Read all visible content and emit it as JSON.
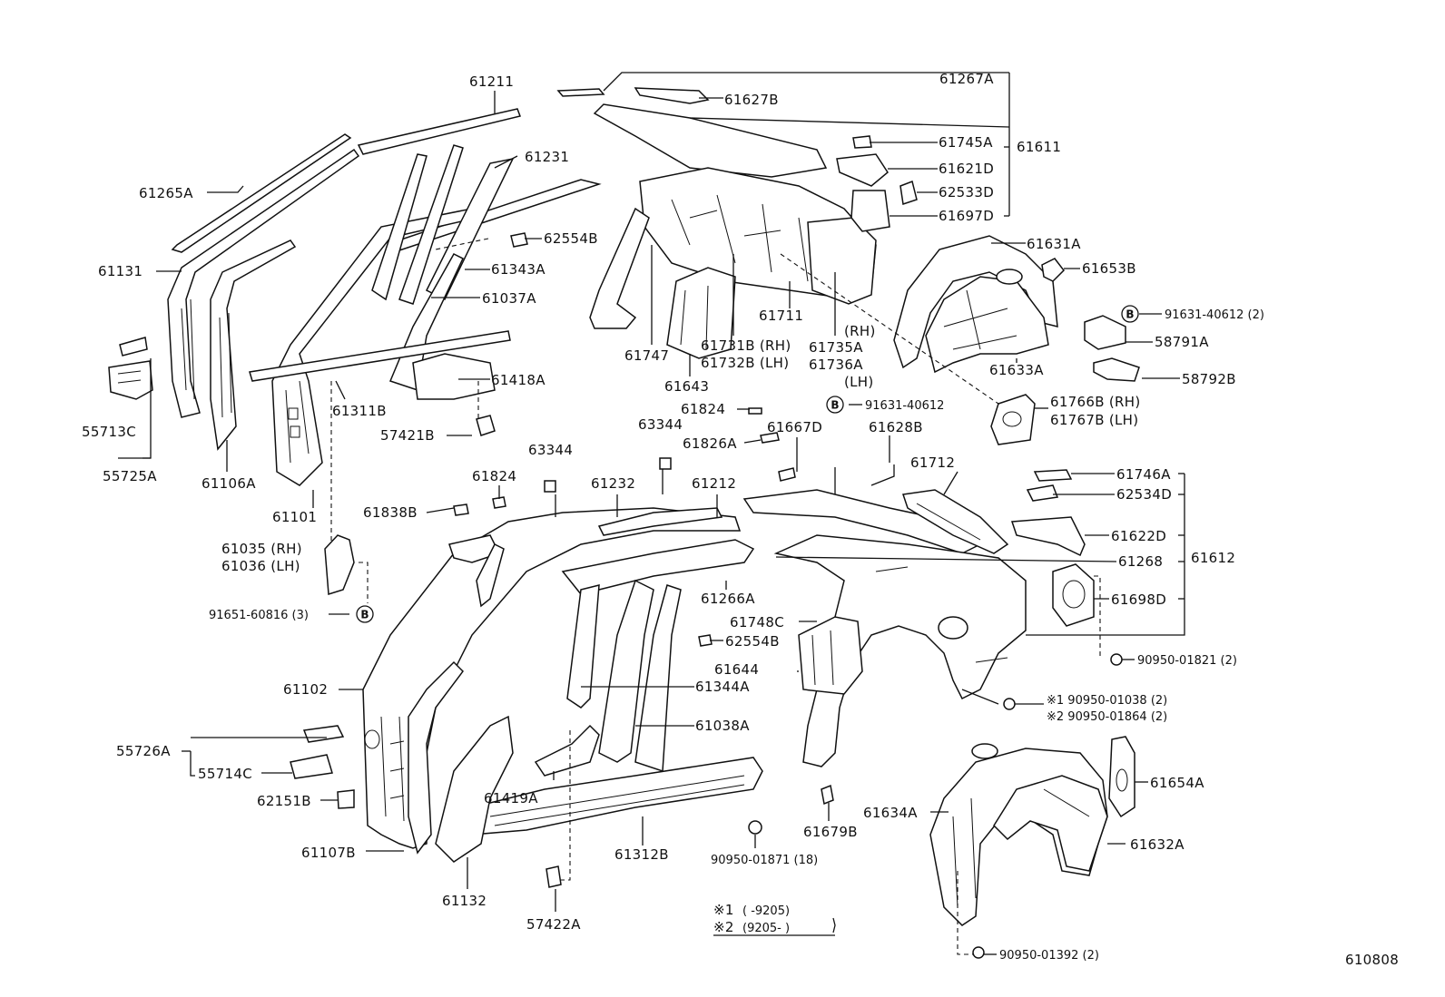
{
  "callouts": {
    "c61211": "61211",
    "c61265A": "61265A",
    "c61231": "61231",
    "c61131": "61131",
    "c62554B_top": "62554B",
    "c61343A": "61343A",
    "c61037A": "61037A",
    "c55713C": "55713C",
    "c55725A": "55725A",
    "c61106A": "61106A",
    "c61311B": "61311B",
    "c61418A": "61418A",
    "c57421B": "57421B",
    "c61101": "61101",
    "c61267A": "61267A",
    "c61627B": "61627B",
    "c61745A": "61745A",
    "c61611": "61611",
    "c61621D": "61621D",
    "c62533D": "62533D",
    "c61697D": "61697D",
    "c61631A": "61631A",
    "c61653B": "61653B",
    "c91631_40612_2": "91631-40612 (2)",
    "c58791A": "58791A",
    "c61633A": "61633A",
    "c58792B": "58792B",
    "c61711": "61711",
    "c61747": "61747",
    "c61731B": "61731B (RH)",
    "c61732B": "61732B (LH)",
    "c61643": "61643",
    "c61735A": "61735A",
    "c61736A": "61736A",
    "c_rh": "(RH)",
    "c_lh": "(LH)",
    "c61766B": "61766B (RH)",
    "c61767B": "61767B (LH)",
    "c61824_top": "61824",
    "c91631_40612": "91631-40612",
    "c63344_a": "63344",
    "c61667D": "61667D",
    "c61826A": "61826A",
    "c61628B": "61628B",
    "c63344_b": "63344",
    "c61824_left": "61824",
    "c61232": "61232",
    "c61212": "61212",
    "c61712": "61712",
    "c61746A": "61746A",
    "c62534D": "62534D",
    "c61622D": "61622D",
    "c61612": "61612",
    "c61268": "61268",
    "c61698D": "61698D",
    "c61838B": "61838B",
    "c61035": "61035 (RH)",
    "c61036": "61036 (LH)",
    "c91651_60816": "91651-60816 (3)",
    "c61266A": "61266A",
    "c61748C": "61748C",
    "c62554B_mid": "62554B",
    "c61644": "61644",
    "c61344A": "61344A",
    "c90950_01821": "90950-01821 (2)",
    "c61102": "61102",
    "c90950_01038": "※1 90950-01038 (2)",
    "c90950_01864": "※2 90950-01864 (2)",
    "c61038A": "61038A",
    "c55726A": "55726A",
    "c55714C": "55714C",
    "c61654A": "61654A",
    "c62151B": "62151B",
    "c61419A": "61419A",
    "c61634A": "61634A",
    "c61107B": "61107B",
    "c61312B": "61312B",
    "c90950_01871": "90950-01871 (18)",
    "c61679B": "61679B",
    "c61632A": "61632A",
    "c61132": "61132",
    "c57422A": "57422A",
    "c90950_01392": "90950-01392 (2)"
  },
  "notes": {
    "note1_mark": "※1",
    "note1_range": "(     -9205)",
    "note2_mark": "※2",
    "note2_range": "(9205-      )"
  },
  "bolt_marker": "B",
  "figure_code": "610808"
}
